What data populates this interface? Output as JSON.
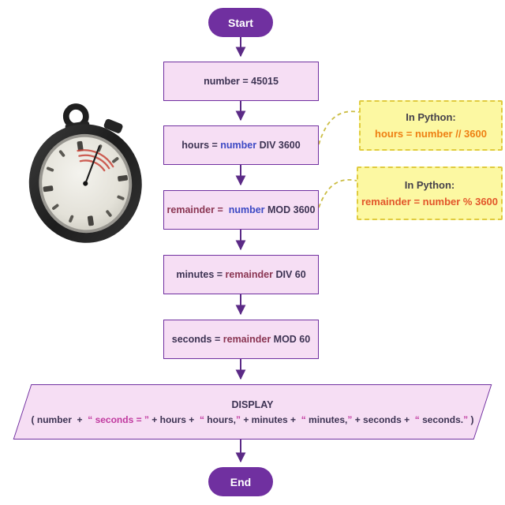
{
  "flowchart": {
    "start_label": "Start",
    "end_label": "End",
    "boxes": [
      {
        "id": "number-init",
        "segments": [
          {
            "text": "number = 45015",
            "color": "dark"
          }
        ]
      },
      {
        "id": "hours-div",
        "segments": [
          {
            "text": "hours = ",
            "color": "dark"
          },
          {
            "text": "number",
            "color": "blue"
          },
          {
            "text": " DIV 3600",
            "color": "dark"
          }
        ]
      },
      {
        "id": "remainder-mod",
        "segments": [
          {
            "text": "remainder =  ",
            "color": "maroon"
          },
          {
            "text": "number",
            "color": "blue"
          },
          {
            "text": " MOD 3600",
            "color": "dark"
          }
        ]
      },
      {
        "id": "minutes-div",
        "segments": [
          {
            "text": "minutes = ",
            "color": "dark"
          },
          {
            "text": "remainder",
            "color": "maroon"
          },
          {
            "text": " DIV 60",
            "color": "dark"
          }
        ]
      },
      {
        "id": "seconds-mod",
        "segments": [
          {
            "text": "seconds = ",
            "color": "dark"
          },
          {
            "text": "remainder",
            "color": "maroon"
          },
          {
            "text": " MOD 60",
            "color": "dark"
          }
        ]
      }
    ],
    "display": {
      "title": "DISPLAY",
      "segments": [
        {
          "text": "( number  +  ",
          "color": "dark"
        },
        {
          "text": "“ seconds = ”",
          "color": "magenta"
        },
        {
          "text": " + hours +  ",
          "color": "dark"
        },
        {
          "text": "“",
          "color": "magenta"
        },
        {
          "text": " hours,",
          "color": "dark"
        },
        {
          "text": "”",
          "color": "magenta"
        },
        {
          "text": " + minutes +  ",
          "color": "dark"
        },
        {
          "text": "“",
          "color": "magenta"
        },
        {
          "text": " minutes,",
          "color": "dark"
        },
        {
          "text": "”",
          "color": "magenta"
        },
        {
          "text": " + seconds +  ",
          "color": "dark"
        },
        {
          "text": "“",
          "color": "magenta"
        },
        {
          "text": " seconds.",
          "color": "dark"
        },
        {
          "text": "”",
          "color": "magenta"
        },
        {
          "text": " )",
          "color": "dark"
        }
      ]
    }
  },
  "annotations": [
    {
      "title": "In Python:",
      "code_segments": [
        {
          "text": "hours = number // 3600",
          "color": "orange"
        }
      ]
    },
    {
      "title": "In Python:",
      "code_segments": [
        {
          "text": "remainder = number % 3600",
          "color": "orangered"
        }
      ]
    }
  ],
  "illustrations": {
    "stopwatch": "analog-stopwatch"
  },
  "colors": {
    "purple": "#7030a0",
    "box_fill": "#f6def4",
    "box_border": "#7030a0",
    "arrow": "#5b2a86",
    "dark": "#3d3353",
    "blue": "#3c49c4",
    "maroon": "#8a3552",
    "magenta": "#c0399f",
    "orange": "#ee7f12",
    "orangered": "#e2562a",
    "note_fill": "#fcf8a2",
    "note_border": "#e0cb3e",
    "note_title": "#45414b",
    "connector": "#cbbd44",
    "white": "#ffffff"
  }
}
